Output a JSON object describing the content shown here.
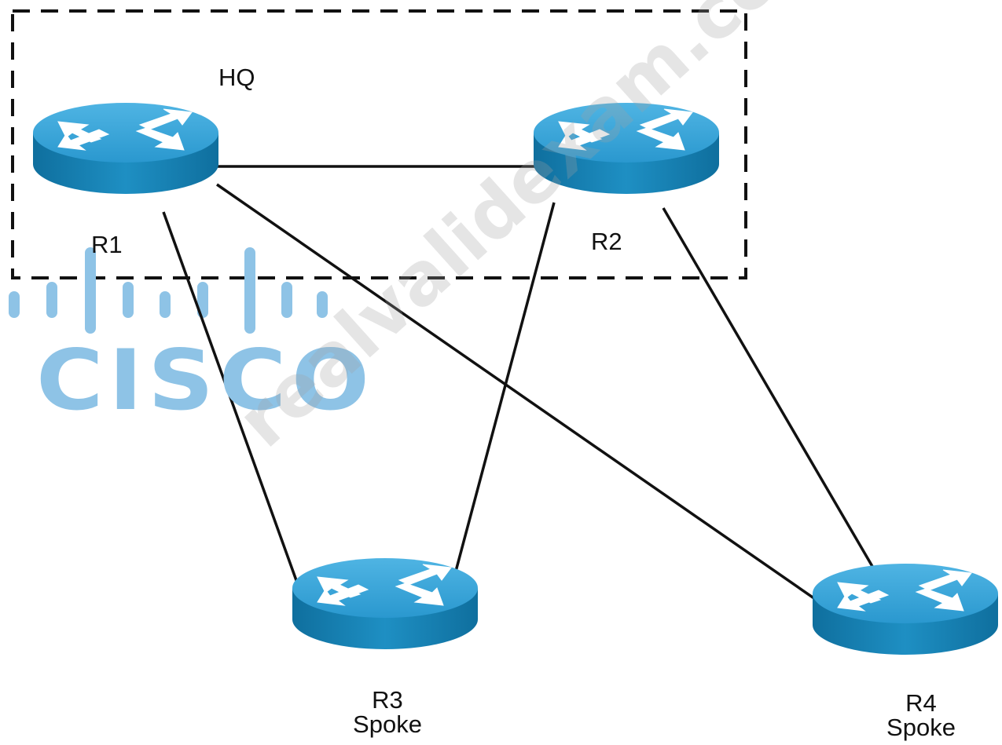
{
  "diagram": {
    "region_label": "HQ",
    "routers": [
      {
        "id": "r1",
        "name": "R1",
        "role": ""
      },
      {
        "id": "r2",
        "name": "R2",
        "role": ""
      },
      {
        "id": "r3",
        "name": "R3",
        "role": "Spoke"
      },
      {
        "id": "r4",
        "name": "R4",
        "role": "Spoke"
      }
    ],
    "links": [
      {
        "from": "R1",
        "to": "R2"
      },
      {
        "from": "R1",
        "to": "R3"
      },
      {
        "from": "R1",
        "to": "R4"
      },
      {
        "from": "R2",
        "to": "R3"
      },
      {
        "from": "R2",
        "to": "R4"
      }
    ],
    "router_icon": "router-icon",
    "router_color": "#1d8fc2",
    "link_color": "#111111",
    "region_border_style": "dashed"
  },
  "logo": {
    "word": "CISCO",
    "icon": "cisco-bars-logo",
    "color": "#8ec3e6"
  },
  "watermark": {
    "text": "realvalidexam.com"
  }
}
